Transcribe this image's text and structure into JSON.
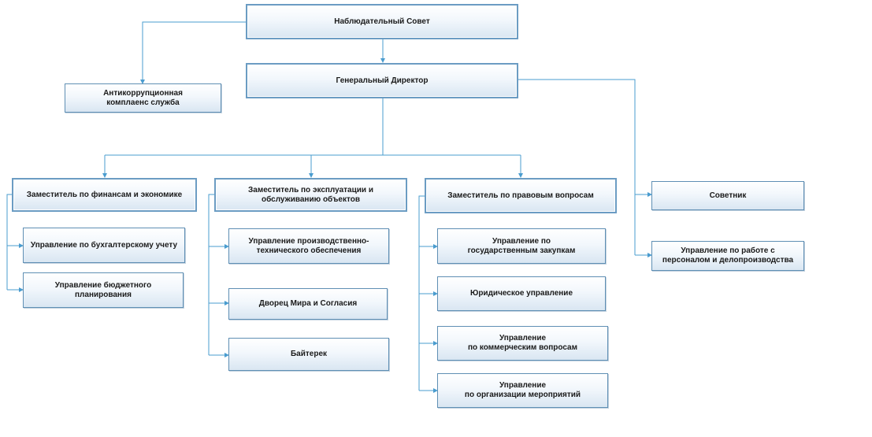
{
  "nodes": {
    "supervisory_board": "Наблюдательный Совет",
    "general_director": "Генеральный Директор",
    "anticorruption": "Антикоррупционная\nкомплаенс служба",
    "deputy_finance": "Заместитель по финансам и экономике",
    "deputy_operations": "Заместитель по эксплуатации и\nобслуживанию объектов",
    "deputy_legal": "Заместитель по правовым вопросам",
    "advisor": "Советник",
    "hr_dept": "Управление по работе с\nперсоналом и делопроизводства",
    "accounting": "Управление по бухгалтерскому учету",
    "budget_planning": "Управление бюджетного\nпланирования",
    "production_tech": "Управление производственно-\nтехнического обеспечения",
    "palace_peace": "Дворец Мира и Согласия",
    "baiterek": "Байтерек",
    "procurement": "Управление по\nгосударственным закупкам",
    "legal_dept": "Юридическое управление",
    "commercial": "Управление\nпо коммерческим вопросам",
    "events": "Управление\nпо организации мероприятий"
  },
  "colors": {
    "connector": "#4a9ccf",
    "border": "#5f8fb4",
    "fill_bottom": "#d9e6f2"
  }
}
